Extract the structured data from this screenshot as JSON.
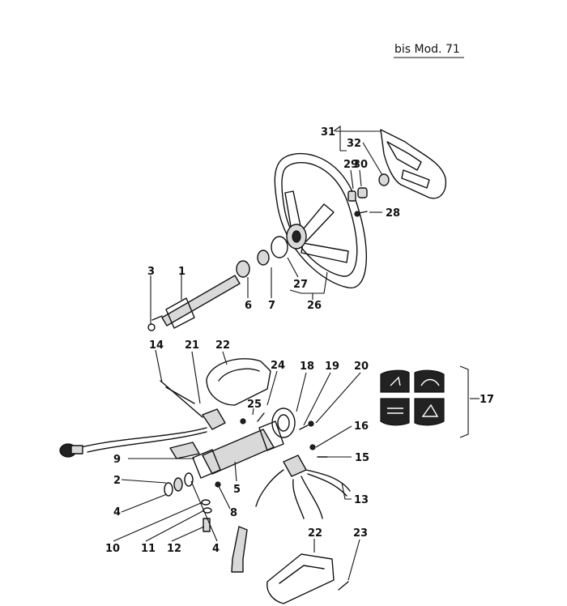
{
  "header": {
    "model_note": "bis Mod. 71"
  },
  "callouts": {
    "c1": "1",
    "c2": "2",
    "c3": "3",
    "c4a": "4",
    "c4b": "4",
    "c5": "5",
    "c6": "6",
    "c7": "7",
    "c8": "8",
    "c9": "9",
    "c10": "10",
    "c11": "11",
    "c12": "12",
    "c13": "13",
    "c14": "14",
    "c15": "15",
    "c16": "16",
    "c17": "17",
    "c18": "18",
    "c19": "19",
    "c20": "20",
    "c21": "21",
    "c22a": "22",
    "c22b": "22",
    "c23": "23",
    "c24": "24",
    "c25": "25",
    "c26": "26",
    "c27": "27",
    "c28": "28",
    "c29": "29",
    "c30": "30",
    "c31": "31",
    "c32": "32"
  },
  "icons": [
    "steering-wheel-icon",
    "steering-shaft-icon",
    "horn-pad-icon",
    "switch-symbol-icon",
    "stalk-lever-icon",
    "cable-plug-icon"
  ],
  "colors": {
    "ink": "#111111",
    "paper": "#ffffff"
  }
}
